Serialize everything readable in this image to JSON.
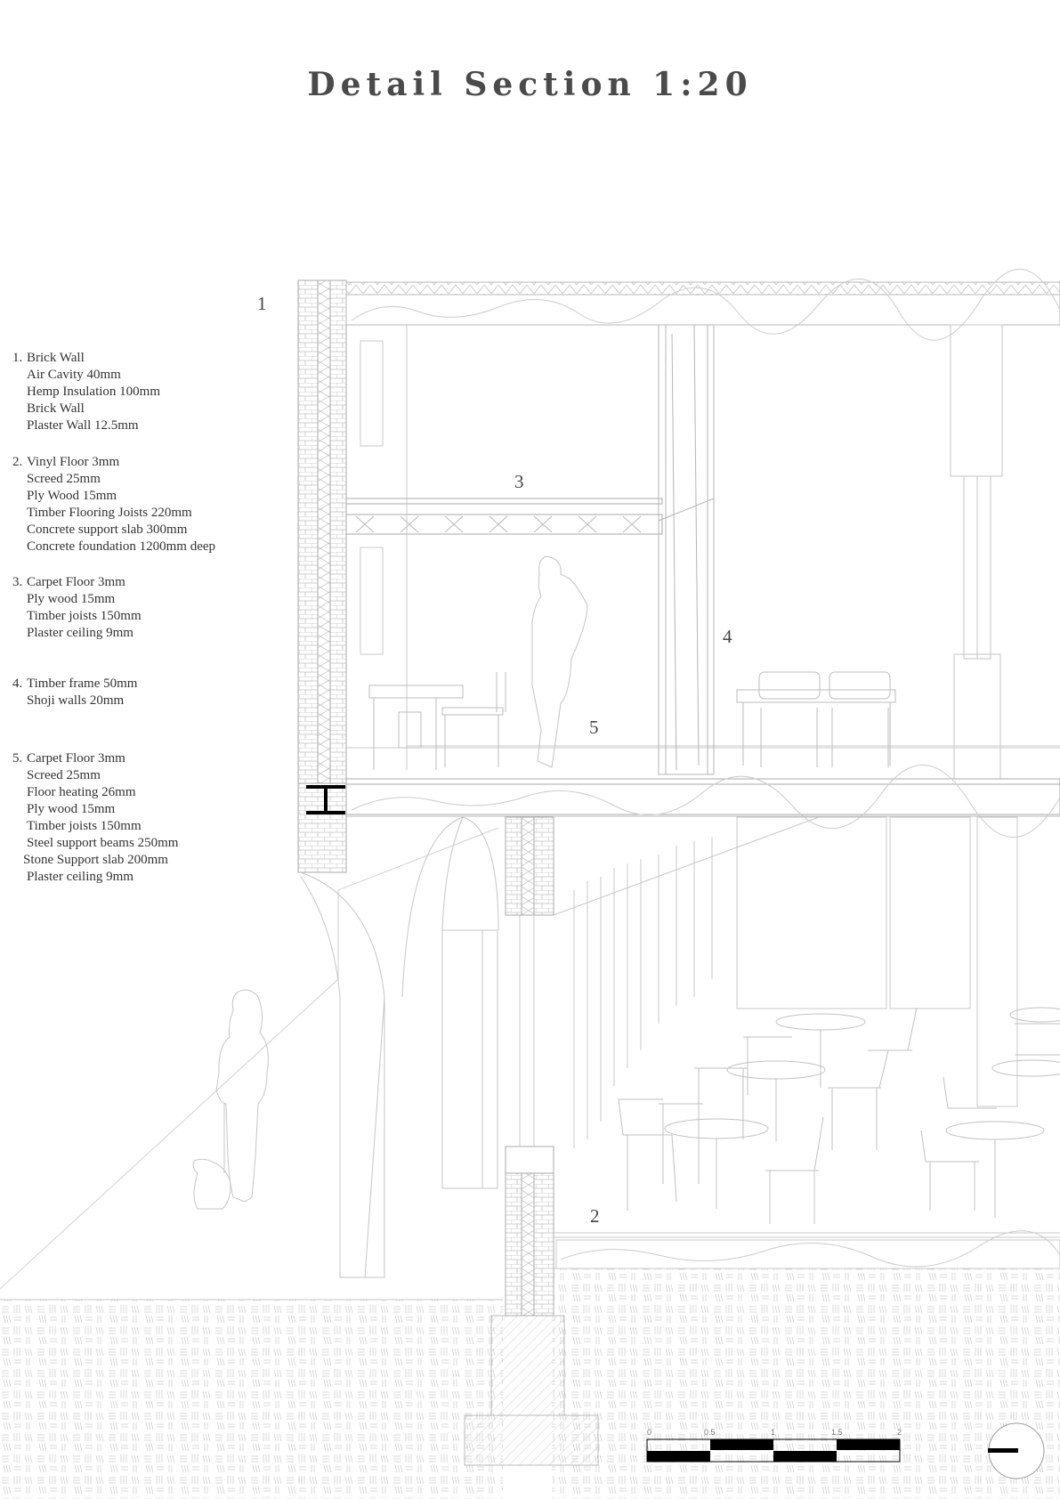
{
  "title": "Detail Section 1:20",
  "legend": [
    {
      "num": "1.",
      "lines": [
        "Brick Wall",
        "Air Cavity 40mm",
        "Hemp Insulation 100mm",
        "Brick Wall",
        "Plaster Wall 12.5mm"
      ]
    },
    {
      "num": "2.",
      "lines": [
        "Vinyl Floor 3mm",
        "Screed 25mm",
        "Ply Wood 15mm",
        "Timber Flooring Joists 220mm",
        "Concrete support slab 300mm",
        "Concrete foundation 1200mm deep"
      ]
    },
    {
      "num": "3.",
      "lines": [
        "Carpet Floor 3mm",
        "Ply wood 15mm",
        "Timber joists 150mm",
        "Plaster ceiling 9mm"
      ]
    },
    {
      "num": "4.",
      "lines": [
        "Timber frame 50mm",
        "Shoji walls 20mm"
      ]
    },
    {
      "num": "5.",
      "lines": [
        "Carpet Floor 3mm",
        "Screed 25mm",
        "Floor heating 26mm",
        "Ply wood 15mm",
        "Timber joists 150mm",
        "Steel support beams 250mm",
        "Stone Support slab 200mm",
        "Plaster ceiling 9mm"
      ]
    }
  ],
  "callouts": {
    "c1": "1",
    "c2": "2",
    "c3": "3",
    "c4": "4",
    "c5": "5"
  },
  "scale_bar": {
    "labels": [
      "0",
      "0.5",
      "1",
      "1.5",
      "2"
    ]
  }
}
